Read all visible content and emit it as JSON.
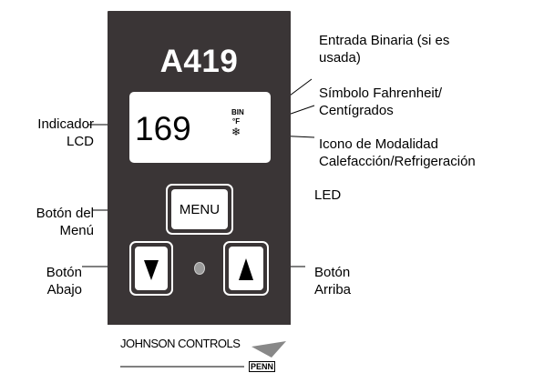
{
  "device": {
    "model": "A419",
    "lcd_value": "169",
    "lcd_bin_symbol": "BIN",
    "lcd_unit_symbol": "°F",
    "lcd_mode_symbol": "❄",
    "menu_button_label": "MENU",
    "logo_text": "JOHNSON CONTROLS",
    "logo_brand": "PENN"
  },
  "callouts": {
    "binary_input": [
      "Entrada Binaria (si es",
      "usada)"
    ],
    "temp_unit_symbol": [
      "Símbolo Fahrenheit/",
      "Centígrados"
    ],
    "mode_icon": [
      "Icono de Modalidad",
      "Calefacción/Refrigeración"
    ],
    "lcd_indicator": [
      "Indicador",
      "LCD"
    ],
    "led": "LED",
    "menu_button": [
      "Botón del",
      "Menú"
    ],
    "down_button": [
      "Botón",
      "Abajo"
    ],
    "up_button": [
      "Botón",
      "Arriba"
    ]
  },
  "colors": {
    "panel": "#3a3536",
    "screen": "#ffffff",
    "led": "#9a9a9a"
  }
}
